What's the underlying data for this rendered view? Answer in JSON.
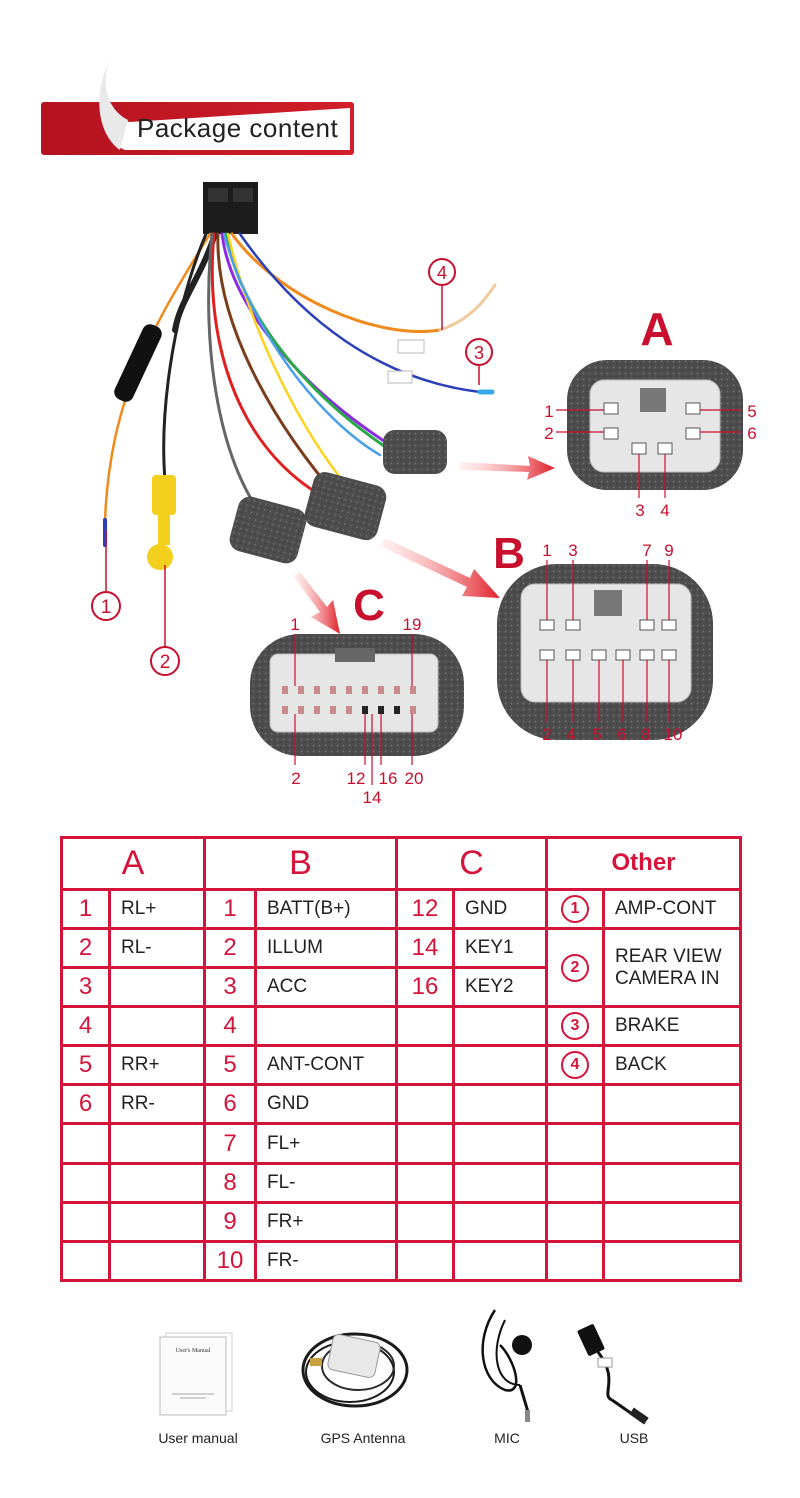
{
  "banner": {
    "title": "Package content"
  },
  "callouts": [
    "1",
    "2",
    "3",
    "4"
  ],
  "connectors": {
    "A": {
      "letter": "A",
      "pins": [
        "1",
        "2",
        "3",
        "4",
        "5",
        "6"
      ]
    },
    "B": {
      "letter": "B",
      "pins": [
        "1",
        "2",
        "3",
        "4",
        "5",
        "6",
        "7",
        "8",
        "9",
        "10"
      ]
    },
    "C": {
      "letter": "C",
      "pins": [
        "1",
        "2",
        "12",
        "14",
        "16",
        "19",
        "20"
      ]
    }
  },
  "table": {
    "headers": [
      "A",
      "B",
      "C",
      "Other"
    ],
    "rows": [
      {
        "a_num": "1",
        "a_fn": "RL+",
        "b_num": "1",
        "b_fn": "BATT(B+)",
        "c_num": "12",
        "c_fn": "GND",
        "o_num": "1",
        "o_fn": "AMP-CONT"
      },
      {
        "a_num": "2",
        "a_fn": "RL-",
        "b_num": "2",
        "b_fn": "ILLUM",
        "c_num": "14",
        "c_fn": "KEY1",
        "o_num": "2",
        "o_fn": "REAR VIEW CAMERA IN"
      },
      {
        "a_num": "3",
        "a_fn": "",
        "b_num": "3",
        "b_fn": "ACC",
        "c_num": "16",
        "c_fn": "KEY2"
      },
      {
        "a_num": "4",
        "a_fn": "",
        "b_num": "4",
        "b_fn": "",
        "c_num": "",
        "c_fn": "",
        "o_num": "3",
        "o_fn": "BRAKE"
      },
      {
        "a_num": "5",
        "a_fn": "RR+",
        "b_num": "5",
        "b_fn": "ANT-CONT",
        "c_num": "",
        "c_fn": "",
        "o_num": "4",
        "o_fn": "BACK"
      },
      {
        "a_num": "6",
        "a_fn": "RR-",
        "b_num": "6",
        "b_fn": "GND",
        "c_num": "",
        "c_fn": "",
        "o_num": "",
        "o_fn": ""
      },
      {
        "a_num": "",
        "a_fn": "",
        "b_num": "7",
        "b_fn": "FL+",
        "c_num": "",
        "c_fn": "",
        "o_num": "",
        "o_fn": ""
      },
      {
        "a_num": "",
        "a_fn": "",
        "b_num": "8",
        "b_fn": "FL-",
        "c_num": "",
        "c_fn": "",
        "o_num": "",
        "o_fn": ""
      },
      {
        "a_num": "",
        "a_fn": "",
        "b_num": "9",
        "b_fn": "FR+",
        "c_num": "",
        "c_fn": "",
        "o_num": "",
        "o_fn": ""
      },
      {
        "a_num": "",
        "a_fn": "",
        "b_num": "10",
        "b_fn": "FR-",
        "c_num": "",
        "c_fn": "",
        "o_num": "",
        "o_fn": ""
      }
    ]
  },
  "accessories": [
    {
      "name": "User manual",
      "icon": "manual-icon",
      "doc_title": "User's Manual"
    },
    {
      "name": "GPS Antenna",
      "icon": "gps-antenna-icon"
    },
    {
      "name": "MIC",
      "icon": "microphone-icon"
    },
    {
      "name": "USB",
      "icon": "usb-cable-icon"
    }
  ],
  "colors": {
    "accent_red": "#d4143a",
    "foam": "#555555",
    "connector": "#e8e8e8"
  }
}
